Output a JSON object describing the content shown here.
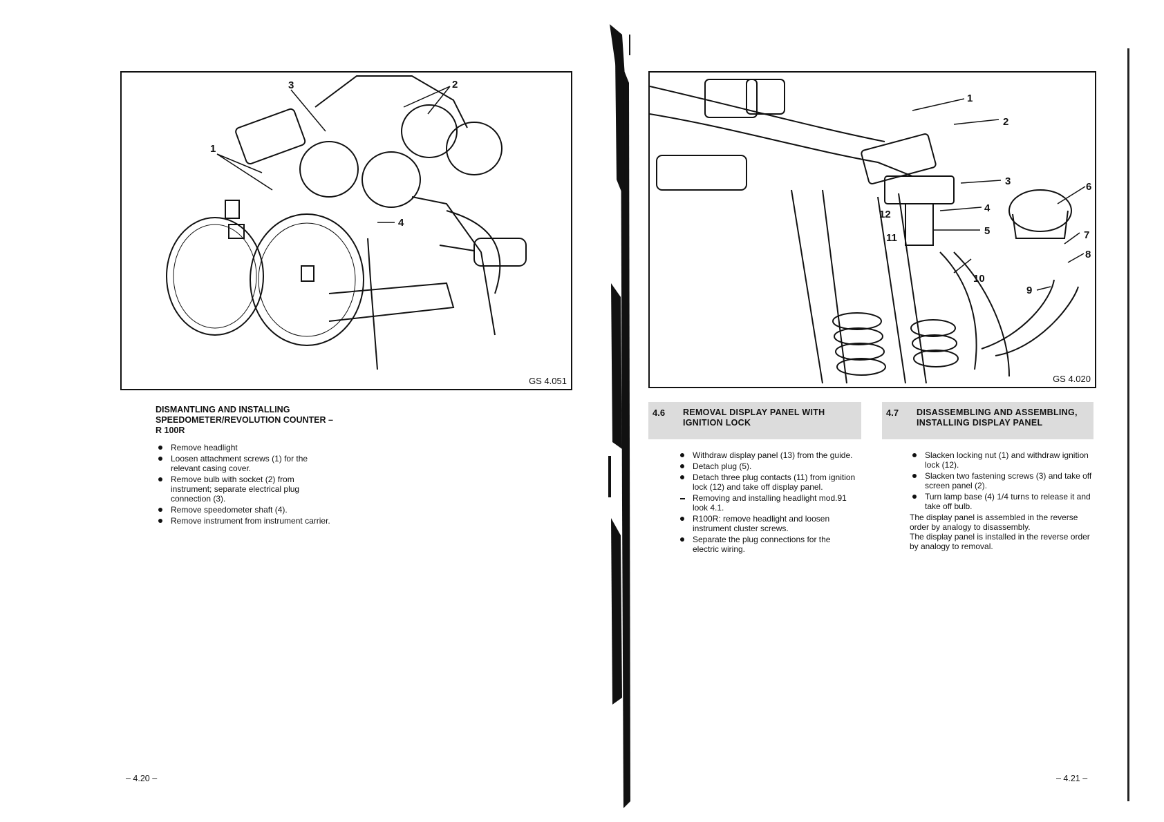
{
  "left_page": {
    "figure": {
      "ref": "GS 4.051",
      "callouts": [
        "1",
        "2",
        "3",
        "4"
      ]
    },
    "heading": "DISMANTLING AND INSTALLING SPEEDOMETER/REVOLUTION COUNTER – R 100R",
    "steps": [
      "Remove headlight",
      "Loosen attachment screws (1) for the relevant casing cover.",
      "Remove bulb with socket (2) from instrument; separate electrical plug connection (3).",
      "Remove speedometer shaft (4).",
      "Remove instrument from instrument carrier."
    ],
    "page_number": "– 4.20 –"
  },
  "right_page": {
    "figure": {
      "ref": "GS 4.020",
      "callouts": [
        "1",
        "2",
        "3",
        "4",
        "5",
        "6",
        "7",
        "8",
        "9",
        "10",
        "11",
        "12"
      ]
    },
    "section_4_6": {
      "number": "4.6",
      "title": "REMOVAL DISPLAY PANEL WITH IGNITION LOCK",
      "steps": [
        {
          "type": "bullet",
          "text": "Withdraw display panel (13) from the guide."
        },
        {
          "type": "bullet",
          "text": "Detach plug (5)."
        },
        {
          "type": "bullet",
          "text": "Detach three plug contacts (11) from ignition lock (12) and take off display panel."
        },
        {
          "type": "dash",
          "text": "Removing and installing headlight mod.91 look 4.1."
        },
        {
          "type": "bullet",
          "text": "R100R: remove headlight and loosen instrument cluster screws."
        },
        {
          "type": "bullet",
          "text": "Separate the plug connections for the electric wiring."
        }
      ]
    },
    "section_4_7": {
      "number": "4.7",
      "title": "DISASSEMBLING AND ASSEMBLING, INSTALLING DISPLAY PANEL",
      "steps": [
        "Slacken locking nut (1) and withdraw ignition lock (12).",
        "Slacken two fastening screws (3) and take off screen panel (2).",
        "Turn lamp base (4) 1/4 turns to release it and take off bulb."
      ],
      "notes": [
        "The display panel is assembled in the reverse order by analogy to disassembly.",
        "The display panel is installed in the reverse order by analogy to removal."
      ]
    },
    "page_number": "– 4.21 –"
  }
}
